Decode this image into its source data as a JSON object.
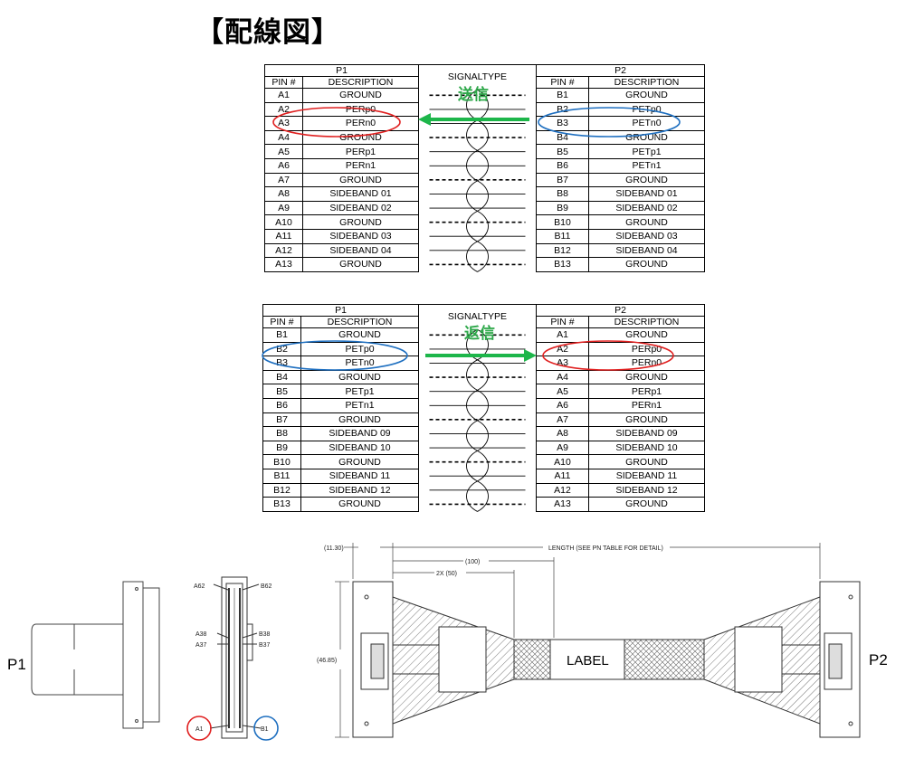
{
  "title": "【配線図】",
  "colors": {
    "tx_arrow": "#1db64a",
    "red_ring": "#e02020",
    "blue_ring": "#1e6fc0",
    "label_text": "#2ea84a"
  },
  "table1": {
    "left_header": "P1",
    "right_header": "P2",
    "pin_col": "PIN #",
    "desc_col": "DESCRIPTION",
    "signal_col": "SIGNALTYPE",
    "tag": "送信",
    "rows": [
      {
        "lp": "A1",
        "ld": "GROUND",
        "rp": "B1",
        "rd": "GROUND",
        "type": "ground"
      },
      {
        "lp": "A2",
        "ld": "PERp0",
        "rp": "B2",
        "rd": "PETp0",
        "type": "signal"
      },
      {
        "lp": "A3",
        "ld": "PERn0",
        "rp": "B3",
        "rd": "PETn0",
        "type": "signal"
      },
      {
        "lp": "A4",
        "ld": "GROUND",
        "rp": "B4",
        "rd": "GROUND",
        "type": "ground"
      },
      {
        "lp": "A5",
        "ld": "PERp1",
        "rp": "B5",
        "rd": "PETp1",
        "type": "signal"
      },
      {
        "lp": "A6",
        "ld": "PERn1",
        "rp": "B6",
        "rd": "PETn1",
        "type": "signal"
      },
      {
        "lp": "A7",
        "ld": "GROUND",
        "rp": "B7",
        "rd": "GROUND",
        "type": "ground"
      },
      {
        "lp": "A8",
        "ld": "SIDEBAND 01",
        "rp": "B8",
        "rd": "SIDEBAND 01",
        "type": "signal"
      },
      {
        "lp": "A9",
        "ld": "SIDEBAND 02",
        "rp": "B9",
        "rd": "SIDEBAND 02",
        "type": "signal"
      },
      {
        "lp": "A10",
        "ld": "GROUND",
        "rp": "B10",
        "rd": "GROUND",
        "type": "ground"
      },
      {
        "lp": "A11",
        "ld": "SIDEBAND 03",
        "rp": "B11",
        "rd": "SIDEBAND 03",
        "type": "signal"
      },
      {
        "lp": "A12",
        "ld": "SIDEBAND 04",
        "rp": "B12",
        "rd": "SIDEBAND 04",
        "type": "signal"
      },
      {
        "lp": "A13",
        "ld": "GROUND",
        "rp": "B13",
        "rd": "GROUND",
        "type": "ground"
      }
    ]
  },
  "table2": {
    "left_header": "P1",
    "right_header": "P2",
    "pin_col": "PIN #",
    "desc_col": "DESCRIPTION",
    "signal_col": "SIGNALTYPE",
    "tag": "返信",
    "rows": [
      {
        "lp": "B1",
        "ld": "GROUND",
        "rp": "A1",
        "rd": "GROUND",
        "type": "ground"
      },
      {
        "lp": "B2",
        "ld": "PETp0",
        "rp": "A2",
        "rd": "PERp0",
        "type": "signal"
      },
      {
        "lp": "B3",
        "ld": "PETn0",
        "rp": "A3",
        "rd": "PERn0",
        "type": "signal"
      },
      {
        "lp": "B4",
        "ld": "GROUND",
        "rp": "A4",
        "rd": "GROUND",
        "type": "ground"
      },
      {
        "lp": "B5",
        "ld": "PETp1",
        "rp": "A5",
        "rd": "PERp1",
        "type": "signal"
      },
      {
        "lp": "B6",
        "ld": "PETn1",
        "rp": "A6",
        "rd": "PERn1",
        "type": "signal"
      },
      {
        "lp": "B7",
        "ld": "GROUND",
        "rp": "A7",
        "rd": "GROUND",
        "type": "ground"
      },
      {
        "lp": "B8",
        "ld": "SIDEBAND 09",
        "rp": "A8",
        "rd": "SIDEBAND 09",
        "type": "signal"
      },
      {
        "lp": "B9",
        "ld": "SIDEBAND 10",
        "rp": "A9",
        "rd": "SIDEBAND 10",
        "type": "signal"
      },
      {
        "lp": "B10",
        "ld": "GROUND",
        "rp": "A10",
        "rd": "GROUND",
        "type": "ground"
      },
      {
        "lp": "B11",
        "ld": "SIDEBAND 11",
        "rp": "A11",
        "rd": "SIDEBAND 11",
        "type": "signal"
      },
      {
        "lp": "B12",
        "ld": "SIDEBAND 12",
        "rp": "A12",
        "rd": "SIDEBAND 12",
        "type": "signal"
      },
      {
        "lp": "B13",
        "ld": "GROUND",
        "rp": "A13",
        "rd": "GROUND",
        "type": "ground"
      }
    ]
  },
  "drawing": {
    "p1": "P1",
    "p2": "P2",
    "pin_labels": {
      "a62": "A62",
      "b62": "B62",
      "a38": "A38",
      "b38": "B38",
      "a37": "A37",
      "b37": "B37",
      "a1": "A1",
      "b1": "B1"
    },
    "dims": {
      "d1130": "(11.30)",
      "length": "LENGTH (SEE PN TABLE FOR DETAIL)",
      "d100": "(100)",
      "d2x50": "2X (50)",
      "d4685": "(46.85)"
    },
    "cable_label": "LABEL"
  }
}
